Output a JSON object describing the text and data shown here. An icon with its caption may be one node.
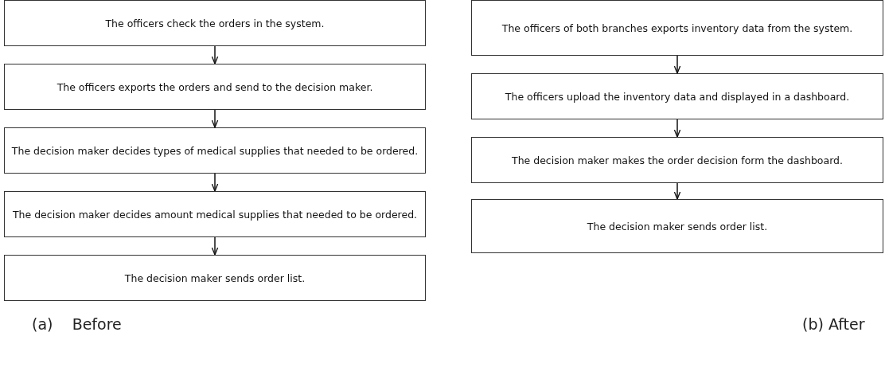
{
  "diagram": {
    "nodes": [
      {
        "text": [
          "The officers check the orders in the system."
        ]
      },
      {
        "text": [
          "The officers exports the orders and send to the decision maker."
        ]
      },
      {
        "text": [
          "The decision maker decides types of  medical supplies that needed to be ordered."
        ]
      },
      {
        "text": [
          "The decision maker decides amount medical supplies that needed to be ordered."
        ]
      },
      {
        "text": [
          "The decision maker sends order list."
        ]
      },
      {
        "text": [
          "The officers of both branches exports inventory data from the system."
        ]
      },
      {
        "text": [
          "The officers upload the inventory data and displayed in a dashboard."
        ]
      },
      {
        "text": [
          "The decision maker makes the order decision form the dashboard."
        ]
      },
      {
        "text": [
          "The decision maker sends order list."
        ]
      }
    ],
    "edges": [
      {
        "from": 0,
        "to": 1,
        "arrow": "to"
      },
      {
        "from": 1,
        "to": 2,
        "arrow": "to"
      },
      {
        "from": 2,
        "to": 3,
        "arrow": "to"
      },
      {
        "from": 3,
        "to": 4,
        "arrow": "to"
      },
      {
        "from": 5,
        "to": 6,
        "arrow": "to"
      },
      {
        "from": 6,
        "to": 7,
        "arrow": "to"
      },
      {
        "from": 7,
        "to": 8,
        "arrow": "to"
      }
    ],
    "labels": [
      "(a)    Before",
      "(b) After"
    ]
  }
}
